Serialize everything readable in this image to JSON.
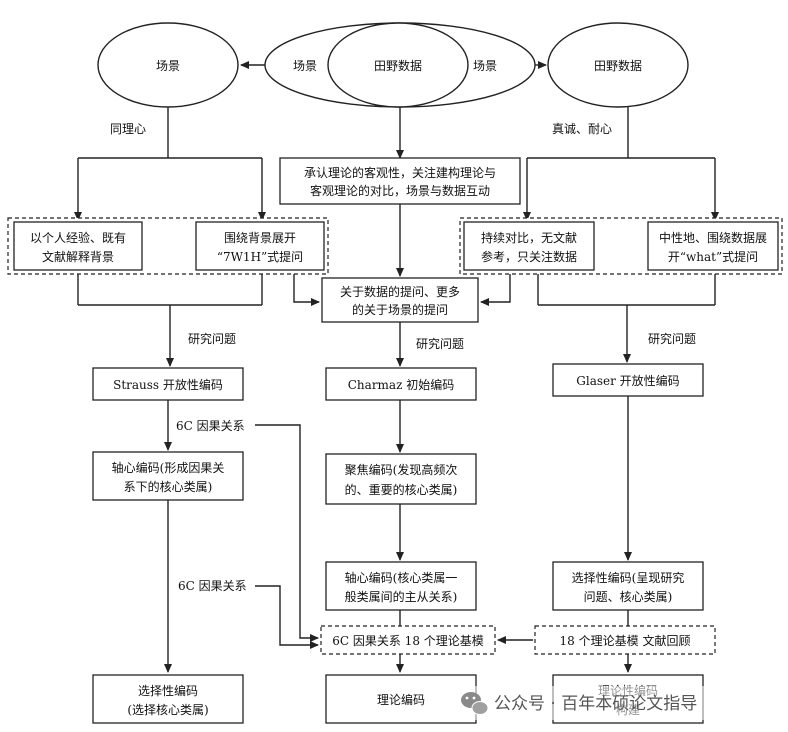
{
  "ellipses": {
    "left": "场景",
    "mid_left": "场景",
    "mid_center": "田野数据",
    "mid_right": "场景",
    "right": "田野数据"
  },
  "edge_labels": {
    "empathy": "同理心",
    "sincerity": "真诚、耐心",
    "rq_left": "研究问题",
    "rq_mid": "研究问题",
    "rq_right": "研究问题",
    "six_c_1": "6C 因果关系",
    "six_c_2": "6C 因果关系"
  },
  "boxes": {
    "acknowledge": [
      "承认理论的客观性，关注建构理论与",
      "客观理论的对比，场景与数据互动"
    ],
    "personal": [
      "以个人经验、既有",
      "文献解释背景"
    ],
    "w7h": [
      "围绕背景展开",
      "“7W1H”式提问"
    ],
    "constant": [
      "持续对比，无文献",
      "参考，只关注数据"
    ],
    "neutral": [
      "中性地、围绕数据展",
      "开“what”式提问"
    ],
    "data_question": [
      "关于数据的提问、更多",
      "的关于场景的提问"
    ],
    "strauss": [
      "Strauss 开放性编码"
    ],
    "charmaz": [
      "Charmaz 初始编码"
    ],
    "glaser": [
      "Glaser 开放性编码"
    ],
    "axial_left": [
      "轴心编码(形成因果关",
      "系下的核心类属)"
    ],
    "focused": [
      "聚焦编码(发现高频次",
      "的、重要的核心类属)"
    ],
    "axial_mid": [
      "轴心编码(核心类属一",
      "般类属间的主从关系)"
    ],
    "selective_right": [
      "选择性编码(呈现研究",
      "问题、核心类属)"
    ],
    "six_c_box": [
      "6C 因果关系  18 个理论基模"
    ],
    "eighteen": [
      "18 个理论基模    文献回顾"
    ],
    "selective_left": [
      "选择性编码",
      "(选择核心类属)"
    ],
    "theory_mid": [
      "理论编码"
    ],
    "theory_right": [
      "理论性编码",
      "构建"
    ]
  },
  "watermark": "公众号 · 百年本硕论文指导"
}
